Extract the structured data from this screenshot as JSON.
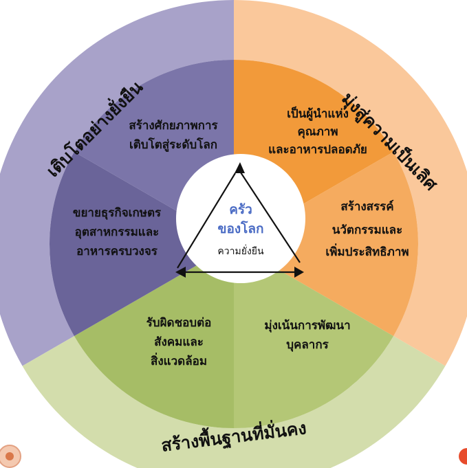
{
  "center": {
    "title_lines": [
      "ครัว",
      "ของโลก"
    ],
    "subtitle": "ความยั่งยืน"
  },
  "outer_ring": [
    {
      "label": "เติบโตอย่างยั่งยืน"
    },
    {
      "label": "มุ่งสู่ความเป็นเลิศ"
    },
    {
      "label": "สร้างพื้นฐานที่มั่นคง"
    }
  ],
  "segments": [
    {
      "lines": [
        "เป็นผู้นำแห่ง",
        "คุณภาพ",
        "และอาหารปลอดภัย"
      ]
    },
    {
      "lines": [
        "สร้างสรรค์",
        "นวัตกรรมและ",
        "เพิ่มประสิทธิภาพ"
      ]
    },
    {
      "lines": [
        "มุ่งเน้นการพัฒนา",
        "บุคลากร"
      ]
    },
    {
      "lines": [
        "รับผิดชอบต่อ",
        "สังคมและ",
        "สิ่งแวดล้อม"
      ]
    },
    {
      "lines": [
        "ขยายธุรกิจเกษตร",
        "อุตสาหกรรมและ",
        "อาหารครบวงจร"
      ]
    },
    {
      "lines": [
        "สร้างศักยภาพการ",
        "เติบโตสู่ระดับโลก"
      ]
    }
  ],
  "colors": {
    "ring_purple": "#a8a2c9",
    "ring_orange": "#fac89b",
    "ring_green": "#d3ddac",
    "seg_orange_1": "#f29a3a",
    "seg_orange_2": "#f5ab5f",
    "seg_green_1": "#b4c776",
    "seg_green_2": "#a6bd66",
    "seg_purple_1": "#6a6499",
    "seg_purple_2": "#7b75a9",
    "center_title": "#4a6bc4"
  }
}
